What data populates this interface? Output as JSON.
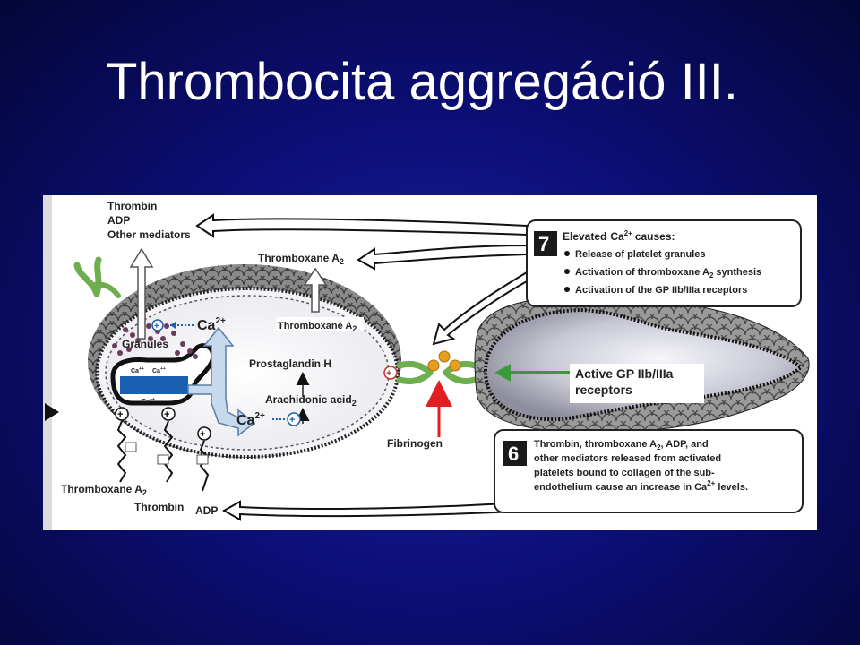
{
  "title": "Thrombocita aggregáció III.",
  "diagram": {
    "top_left_mediators": [
      "Thrombin",
      "ADP",
      "Other mediators"
    ],
    "thromboxane_top": "Thromboxane A",
    "thromboxane_inner": "Thromboxane A",
    "granules": "Granules",
    "ca_big": "Ca",
    "ca_sup": "2+",
    "ca_small": "Ca",
    "ca_small_sup": "++",
    "prostaglandin": "Prostaglandin H",
    "arachidonic": "Arachidonic acid",
    "fibrinogen": "Fibrinogen",
    "subscript_2": "2",
    "bottom_labels": {
      "thromboxane": "Thromboxane A",
      "thrombin": "Thrombin",
      "adp": "ADP"
    },
    "box7": {
      "number": "7",
      "heading_prefix": "Elevated",
      "heading_ca": "Ca",
      "heading_sup": "2+",
      "heading_suffix": "causes:",
      "bullets": [
        "Release of platelet granules",
        "Activation of thromboxane A",
        "Activation of the GP IIb/IIIa receptors"
      ],
      "bullet2_tail": "synthesis"
    },
    "active_receptors": [
      "Active GP IIb/IIIa",
      "receptors"
    ],
    "box6": {
      "number": "6",
      "lines": [
        "Thrombin, thromboxane A",
        "other mediators released from activated",
        "platelets bound to collagen of the sub-",
        "endothelium cause an increase in Ca"
      ],
      "line1_tail": ", ADP, and",
      "line4_sup": "2+",
      "line4_tail": " levels."
    },
    "colors": {
      "calcium_blue": "#1a5fb0",
      "fibrinogen_orange": "#e07a10",
      "arrow_red": "#e02020",
      "receptor_green": "#6fae4f",
      "arrow_green": "#3a9a3a",
      "granule_dots": "#6a3b5a"
    }
  }
}
